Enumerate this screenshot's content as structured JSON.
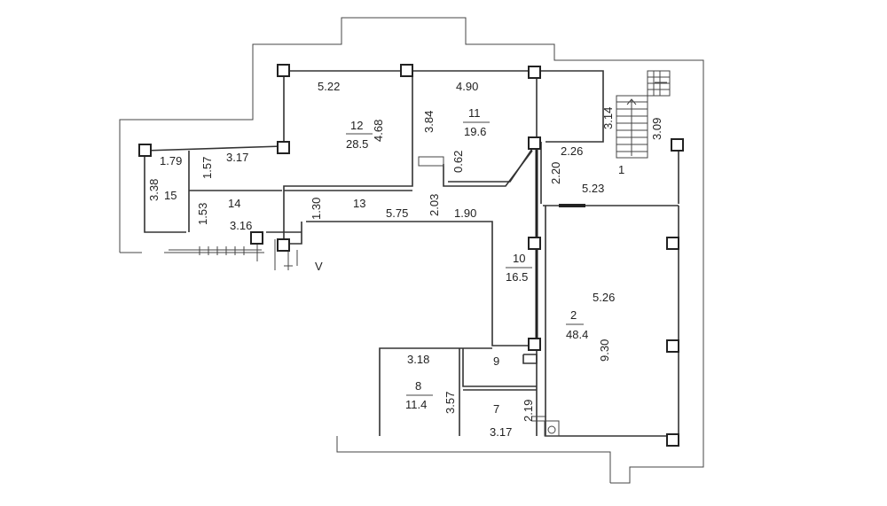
{
  "rooms": [
    {
      "id": "12",
      "area": "28.5"
    },
    {
      "id": "11",
      "area": "19.6"
    },
    {
      "id": "10",
      "area": "16.5"
    },
    {
      "id": "2",
      "area": "48.4"
    },
    {
      "id": "8",
      "area": "11.4"
    },
    {
      "id": "1"
    },
    {
      "id": "13"
    },
    {
      "id": "14"
    },
    {
      "id": "15"
    },
    {
      "id": "9"
    },
    {
      "id": "7"
    }
  ],
  "dimensions": [
    "5.22",
    "4.68",
    "4.90",
    "3.84",
    "3.14",
    "3.09",
    "2.26",
    "0.62",
    "2.20",
    "5.23",
    "1.79",
    "1.57",
    "3.17",
    "3.38",
    "1.53",
    "3.16",
    "1.30",
    "5.75",
    "2.03",
    "1.90",
    "5.26",
    "9.30",
    "3.18",
    "3.57",
    "2.19",
    "3.17"
  ],
  "marks": {
    "v": "V"
  }
}
